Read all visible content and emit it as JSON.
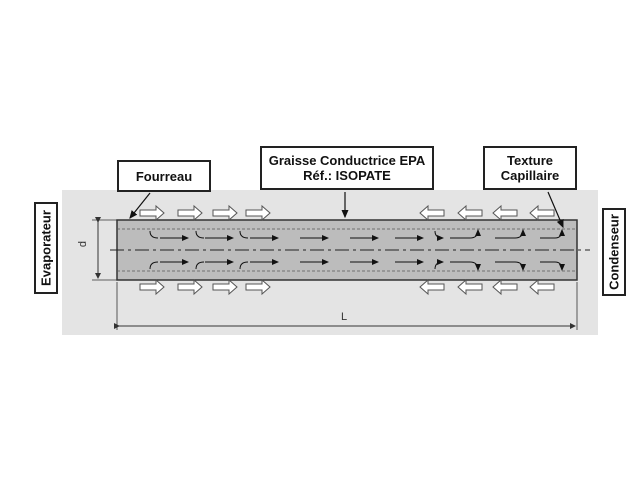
{
  "labels": {
    "fourreau": "Fourreau",
    "graisse_line1": "Graisse Conductrice EPA",
    "graisse_line2": "Réf.: ISOPATE",
    "texture_line1": "Texture",
    "texture_line2": "Capillaire",
    "evaporateur": "Evaporateur",
    "condenseur": "Condenseur"
  },
  "dimensions": {
    "diameter": "d",
    "length": "L"
  },
  "colors": {
    "tube_fill": "#bcbcbc",
    "panel": "#e4e4e4",
    "outline": "#222222"
  }
}
